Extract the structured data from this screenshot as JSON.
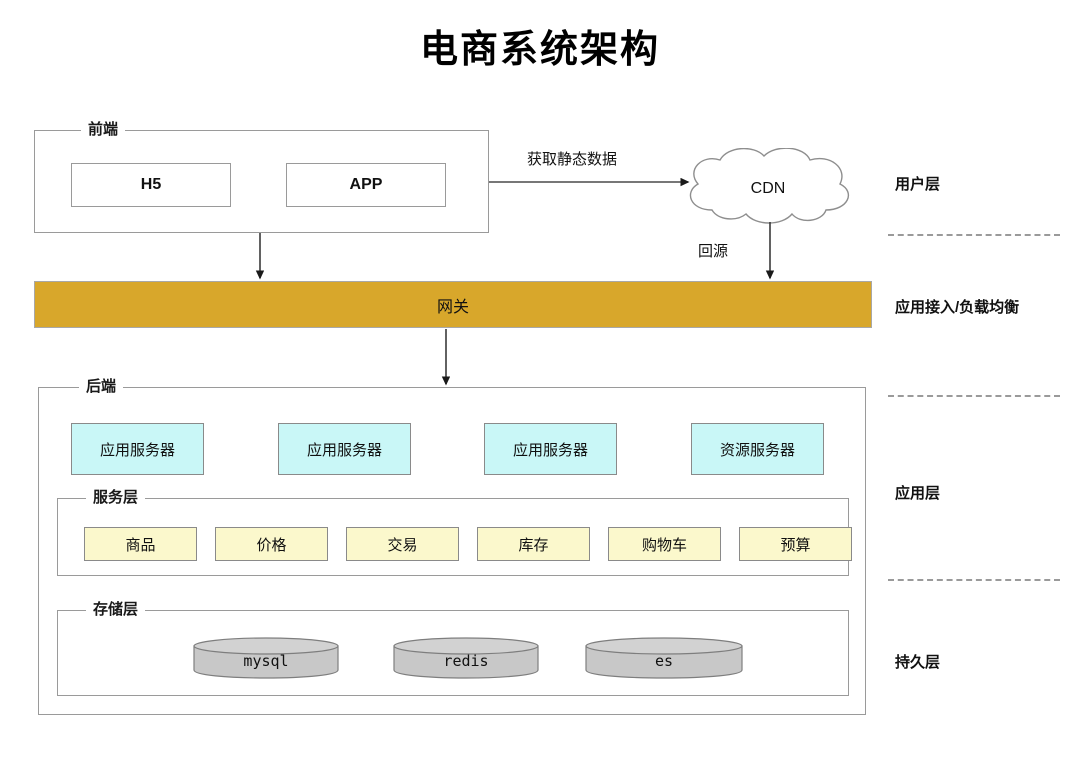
{
  "title": "电商系统架构",
  "frontend_group": {
    "label": "前端",
    "nodes": [
      {
        "label": "H5"
      },
      {
        "label": "APP"
      }
    ]
  },
  "cdn": {
    "label": "CDN"
  },
  "gateway": {
    "label": "网关",
    "color": "#d8a72b"
  },
  "backend_group": {
    "label": "后端",
    "app_servers": [
      {
        "label": "应用服务器"
      },
      {
        "label": "应用服务器"
      },
      {
        "label": "应用服务器"
      },
      {
        "label": "资源服务器"
      }
    ],
    "service_group": {
      "label": "服务层",
      "services": [
        {
          "label": "商品"
        },
        {
          "label": "价格"
        },
        {
          "label": "交易"
        },
        {
          "label": "库存"
        },
        {
          "label": "购物车"
        },
        {
          "label": "预算"
        }
      ]
    },
    "storage_group": {
      "label": "存储层",
      "stores": [
        {
          "label": "mysql"
        },
        {
          "label": "redis"
        },
        {
          "label": "es"
        }
      ]
    }
  },
  "edge_labels": {
    "static_data": "获取静态数据",
    "origin_pull": "回源"
  },
  "layers": [
    {
      "label": "用户层"
    },
    {
      "label": "应用接入/负载均衡"
    },
    {
      "label": "应用层"
    },
    {
      "label": "持久层"
    }
  ],
  "colors": {
    "gateway": "#d8a72b",
    "app_server": "#c9f7f7",
    "service": "#fbf8cc",
    "storage": "#c8c8c8",
    "border": "#9a9a9a",
    "background": "#ffffff"
  }
}
